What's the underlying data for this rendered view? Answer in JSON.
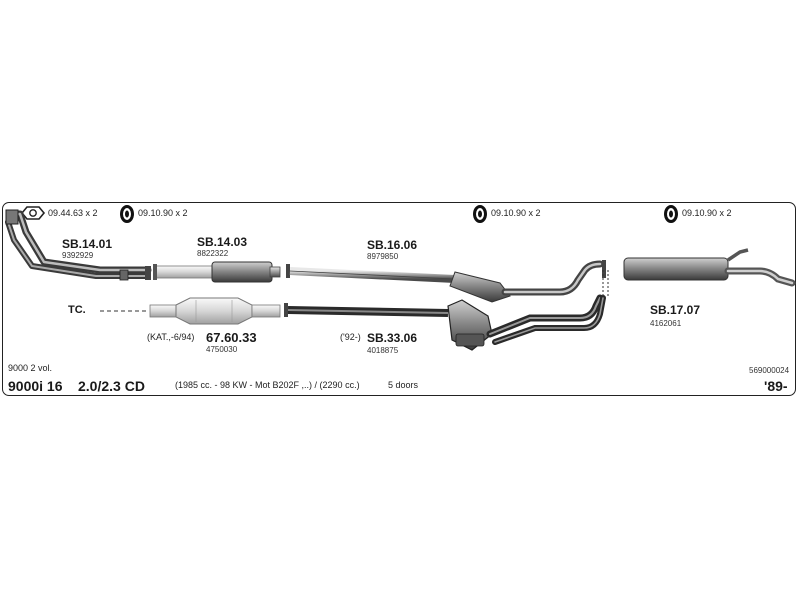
{
  "clamps": [
    {
      "icon": "gasket-icon",
      "text": "09.44.63 x 2"
    },
    {
      "icon": "clamp-icon",
      "text": "09.10.90 x 2"
    },
    {
      "icon": "clamp-icon",
      "text": "09.10.90 x 2"
    },
    {
      "icon": "clamp-icon",
      "text": "09.10.90 x 2"
    }
  ],
  "parts": {
    "sb1401": {
      "code": "SB.14.01",
      "num": "9392929"
    },
    "sb1403": {
      "code": "SB.14.03",
      "num": "8822322"
    },
    "sb1606": {
      "code": "SB.16.06",
      "num": "8979850"
    },
    "sb1707": {
      "code": "SB.17.07",
      "num": "4162061"
    },
    "cat6760": {
      "code": "67.60.33",
      "num": "4750030",
      "note": "(KAT.,-6/94)"
    },
    "sb3306": {
      "code": "SB.33.06",
      "num": "4018875",
      "note": "('92-)"
    }
  },
  "tc_label": "TC.",
  "footer": {
    "variant": "9000 2 vol.",
    "model": "9000i 16",
    "engine": "2.0/2.3 CD",
    "specs": "(1985 cc. - 98 KW - Mot B202F ,..) / (2290 cc.)",
    "doors": "5 doors",
    "ref": "569000024",
    "year": "'89-"
  },
  "colors": {
    "border": "#222222",
    "pipe": "#555555",
    "pipe_light": "#aaaaaa"
  }
}
